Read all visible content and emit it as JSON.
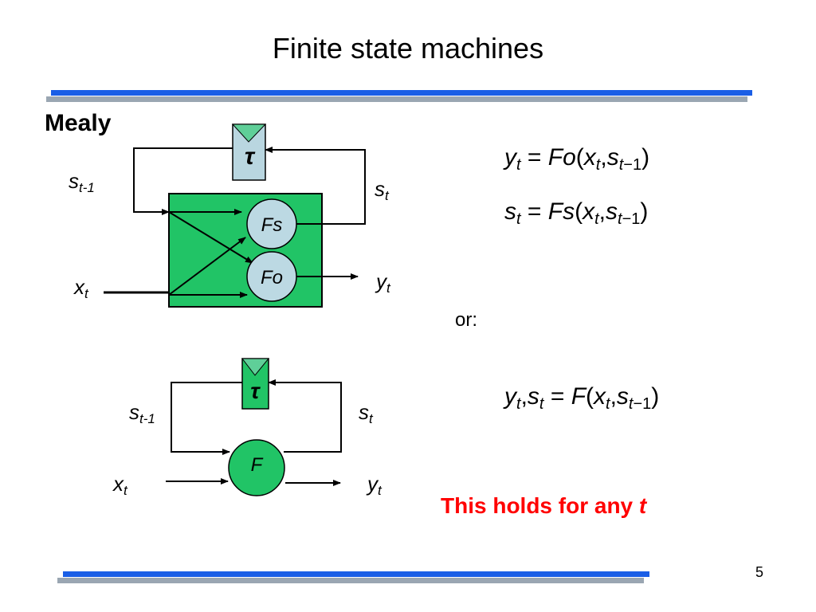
{
  "slide": {
    "title": "Finite state machines",
    "heading": "Mealy",
    "or_label": "or:",
    "note_prefix": "This holds for any ",
    "note_var": "t",
    "page_number": "5",
    "colors": {
      "accent_blue": "#1a5ee6",
      "accent_gray": "#9aa6b2",
      "block_green": "#21c466",
      "node_blue": "#bcd9e3",
      "note_red": "#ff0000"
    }
  },
  "diagram1": {
    "delay": "τ",
    "fs": "Fs",
    "fo": "Fo",
    "s_prev": {
      "base": "s",
      "sub": "t-1"
    },
    "s_t": {
      "base": "s",
      "sub": "t"
    },
    "x_t": {
      "base": "x",
      "sub": "t"
    },
    "y_t": {
      "base": "y",
      "sub": "t"
    }
  },
  "diagram2": {
    "delay": "τ",
    "f": "F",
    "s_prev": {
      "base": "s",
      "sub": "t-1"
    },
    "s_t": {
      "base": "s",
      "sub": "t"
    },
    "x_t": {
      "base": "x",
      "sub": "t"
    },
    "y_t": {
      "base": "y",
      "sub": "t"
    }
  },
  "equations": {
    "eq1": {
      "lhs": "y",
      "lhs_sub": "t",
      "eq": "=",
      "fn": "Fo",
      "x": "x",
      "x_sub": "t",
      "s": "s",
      "s_sub_var": "t",
      "s_sub_rest": "−1"
    },
    "eq2": {
      "lhs": "s",
      "lhs_sub": "t",
      "eq": "=",
      "fn": "Fs",
      "x": "x",
      "x_sub": "t",
      "s": "s",
      "s_sub_var": "t",
      "s_sub_rest": "−1"
    },
    "eq3": {
      "lhs1": "y",
      "lhs1_sub": "t",
      "lhs2": "s",
      "lhs2_sub": "t",
      "eq": "=",
      "fn": "F",
      "x": "x",
      "x_sub": "t",
      "s": "s",
      "s_sub_var": "t",
      "s_sub_rest": "−1"
    }
  }
}
